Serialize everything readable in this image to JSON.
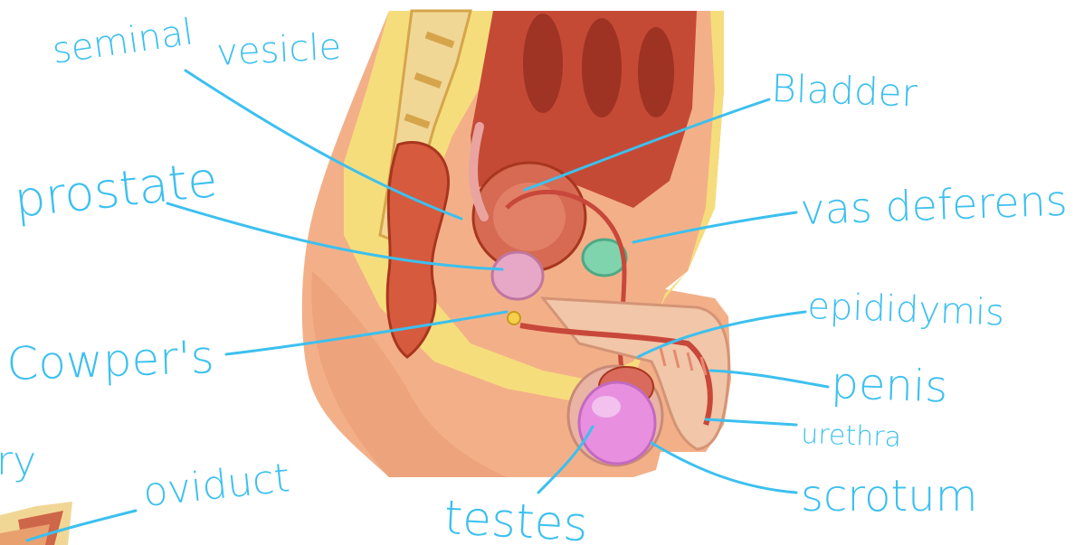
{
  "colors": {
    "ink": "#3cc0ef",
    "skin": "#f3b088",
    "skin_dark": "#e79b74",
    "bone": "#f1d796",
    "bone_dark": "#d6a54b",
    "fat": "#f6dd7c",
    "colon": "#c54a36",
    "colon_dark": "#8e2a1c",
    "organ": "#d66a52",
    "prostate": "#e7a8c8",
    "testis": "#e88fe0",
    "green": "#7fd3ad"
  },
  "labels": {
    "seminal": "seminal",
    "vesicle": "vesicle",
    "prostate": "prostate",
    "coupers": "Cowper's",
    "ry": "ry",
    "oviduct": "oviduct",
    "testes": "testes",
    "bladder": "Bladder",
    "vas_deferens": "vas deferens",
    "epididymis": "epididymis",
    "penis": "penis",
    "urethra": "urethra",
    "scrotum": "scrotum"
  }
}
